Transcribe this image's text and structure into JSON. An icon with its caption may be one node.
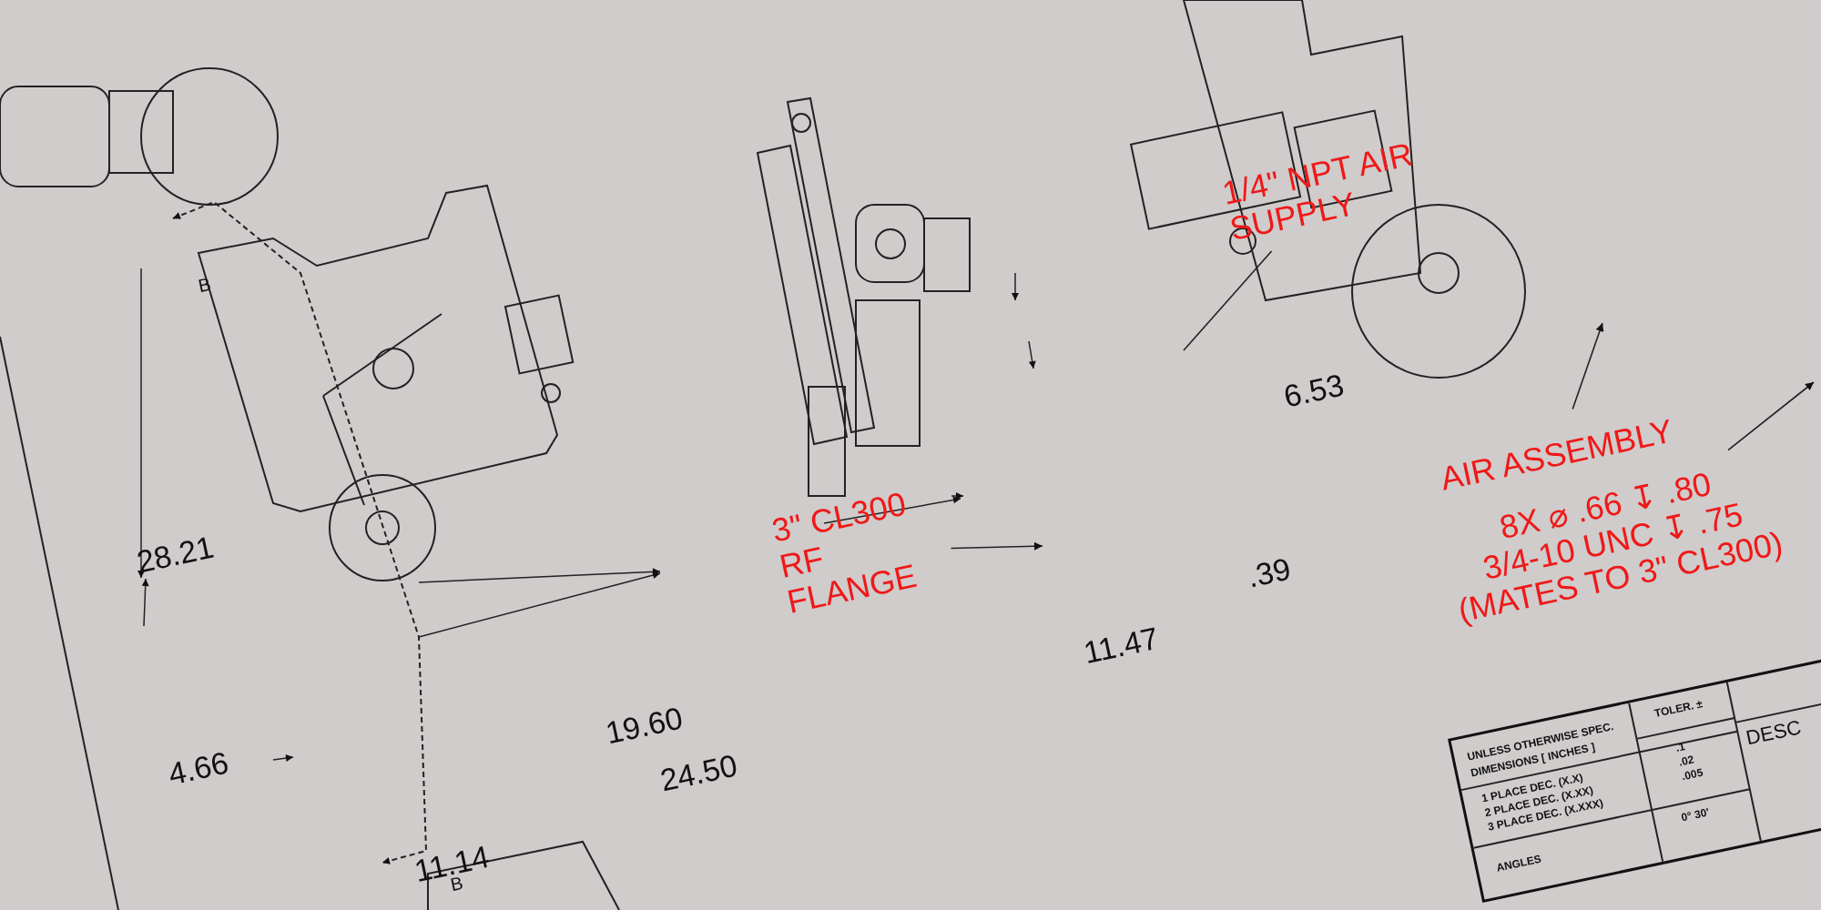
{
  "diagram": {
    "nodes": [
      {
        "text": [
          "1/4\" NPT AIR SUPPLY"
        ]
      },
      {
        "text": [
          "3\" CL300 RF FLANGE"
        ]
      },
      {
        "text": [
          "AIR ASSEMBLY"
        ]
      },
      {
        "text": [
          "8X ⌀ .66 ↧ .80",
          "3/4-10 UNC ↧ .75",
          "(MATES TO 3\" CL300)"
        ]
      }
    ],
    "edges": [
      {
        "from": 0,
        "to": null,
        "arrow": "none"
      },
      {
        "from": 1,
        "to": null,
        "arrow": "to"
      },
      {
        "from": 2,
        "to": null,
        "arrow": "to"
      },
      {
        "from": 3,
        "to": null,
        "arrow": "to"
      }
    ],
    "labels": [
      "28.21",
      "4.66",
      "19.60",
      "24.50",
      "11.14",
      "B",
      "B",
      "6.53",
      ".39",
      "11.47",
      "UNLESS OTHERWISE SPEC. DIMENSIONS [ INCHES ]",
      "TOLER. ±",
      "1 PLACE DEC. (X.X)",
      "2 PLACE DEC. (X.XX)",
      "3 PLACE DEC. (X.XXX)",
      ".1",
      ".02",
      ".005",
      "0° 30'",
      "ANGLES",
      "DESC"
    ]
  }
}
